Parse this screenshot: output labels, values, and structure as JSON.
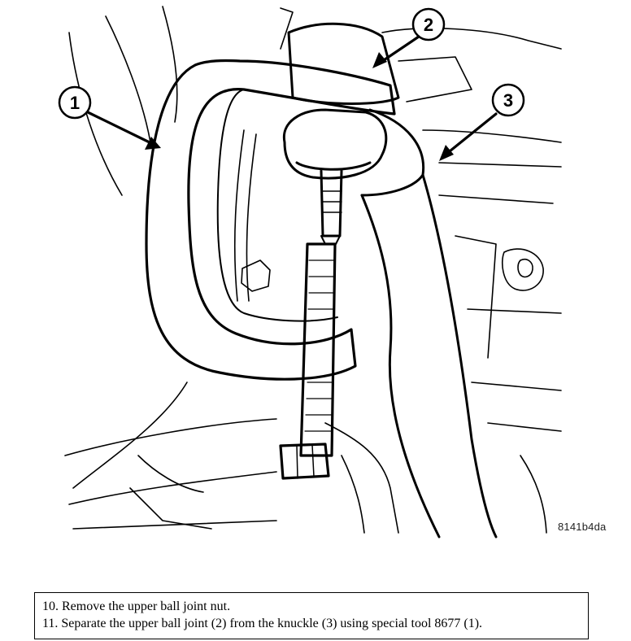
{
  "figure": {
    "code": "8141b4da",
    "callouts": [
      {
        "number": "1",
        "part": "special tool 8677"
      },
      {
        "number": "2",
        "part": "upper ball joint"
      },
      {
        "number": "3",
        "part": "knuckle"
      }
    ]
  },
  "caption": {
    "steps": [
      "10. Remove the upper ball joint nut.",
      "11. Separate the upper ball joint (2) from the knuckle (3) using special tool 8677 (1)."
    ]
  },
  "colors": {
    "line": "#000000",
    "background": "#ffffff"
  }
}
